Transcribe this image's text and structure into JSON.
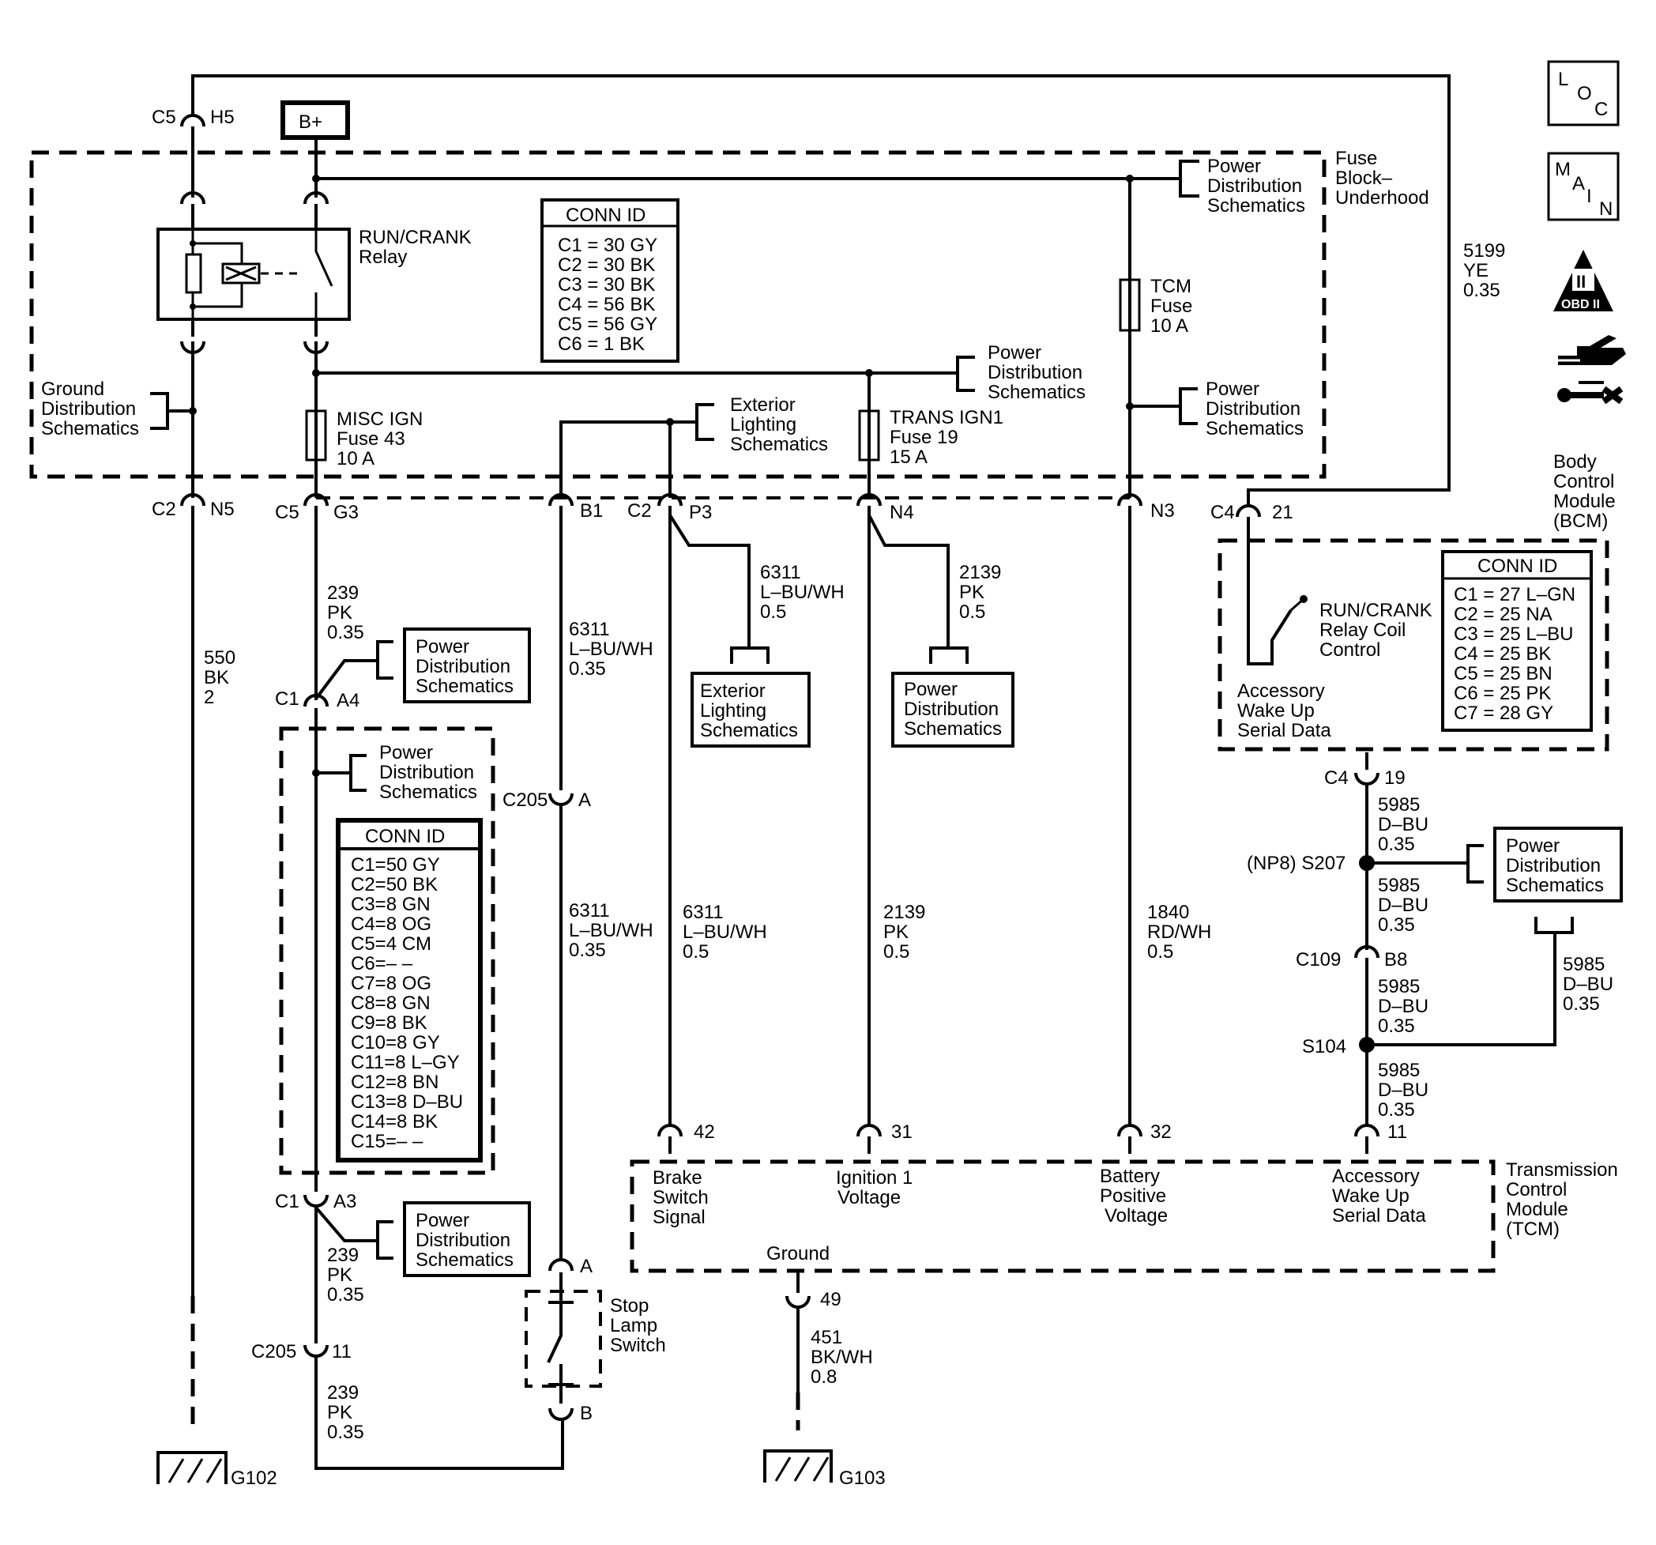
{
  "nav_icons": {
    "loc": {
      "l": "L",
      "o": "O",
      "c": "C"
    },
    "main": {
      "m": "M",
      "a": "A",
      "i": "I",
      "n": "N"
    },
    "obd": {
      "roman": "II",
      "label": "OBD II"
    },
    "service_icon": "hand-wrench-icon"
  },
  "power": {
    "bplus": "B+"
  },
  "fuse_block": {
    "title": [
      "Fuse",
      "Block–",
      "Underhood"
    ],
    "relay": [
      "RUN/CRANK",
      "Relay"
    ],
    "misc_fuse": [
      "MISC IGN",
      "Fuse 43",
      "10 A"
    ],
    "trans_fuse": [
      "TRANS IGN1",
      "Fuse 19",
      "15 A"
    ],
    "tcm_fuse": [
      "TCM",
      "Fuse",
      "10 A"
    ],
    "ground_ref": [
      "Ground",
      "Distribution",
      "Schematics"
    ],
    "pds_top": [
      "Power",
      "Distribution",
      "Schematics"
    ],
    "pds_mid": [
      "Power",
      "Distribution",
      "Schematics"
    ],
    "pds_right": [
      "Power",
      "Distribution",
      "Schematics"
    ],
    "ext_lighting": [
      "Exterior",
      "Lighting",
      "Schematics"
    ],
    "conn_id_title": "CONN ID",
    "conn_id": [
      "C1 = 30 GY",
      "C2 = 30 BK",
      "C3 = 30 BK",
      "C4 = 56 BK",
      "C5 = 56 GY",
      "C6 =  1 BK"
    ]
  },
  "connectors": {
    "c5_h5": [
      "C5",
      "H5"
    ],
    "c2_n5": [
      "C2",
      "N5"
    ],
    "c5_g3": [
      "C5",
      "G3"
    ],
    "b1": "B1",
    "c2_p3": [
      "C2",
      "P3"
    ],
    "n4": "N4",
    "n3": "N3",
    "c4_21": [
      "C4",
      "21"
    ],
    "c1_a4": [
      "C1",
      "A4"
    ],
    "c205_a": [
      "C205",
      "A"
    ],
    "c1_a3": [
      "C1",
      "A3"
    ],
    "c205_11": [
      "C205",
      "11"
    ],
    "stop_a": "A",
    "stop_b": "B",
    "c4_19": [
      "C4",
      "19"
    ],
    "s207": "(NP8) S207",
    "c109_b8": [
      "C109",
      "B8"
    ],
    "s104": "S104",
    "tcm_42": "42",
    "tcm_31": "31",
    "tcm_32": "32",
    "tcm_11": "11",
    "tcm_49": "49"
  },
  "wires": {
    "w550": [
      "550",
      "BK",
      "2"
    ],
    "w239a": [
      "239",
      "PK",
      "0.35"
    ],
    "w239b": [
      "239",
      "PK",
      "0.35"
    ],
    "w239c": [
      "239",
      "PK",
      "0.35"
    ],
    "w6311a": [
      "6311",
      "L–BU/WH",
      "0.35"
    ],
    "w6311b": [
      "6311",
      "L–BU/WH",
      "0.35"
    ],
    "w6311c": [
      "6311",
      "L–BU/WH",
      "0.5"
    ],
    "w6311d": [
      "6311",
      "L–BU/WH",
      "0.5"
    ],
    "w2139a": [
      "2139",
      "PK",
      "0.5"
    ],
    "w2139b": [
      "2139",
      "PK",
      "0.5"
    ],
    "w1840": [
      "1840",
      "RD/WH",
      "0.5"
    ],
    "w5199": [
      "5199",
      "YE",
      "0.35"
    ],
    "w5985a": [
      "5985",
      "D–BU",
      "0.35"
    ],
    "w5985b": [
      "5985",
      "D–BU",
      "0.35"
    ],
    "w5985c": [
      "5985",
      "D–BU",
      "0.35"
    ],
    "w5985d": [
      "5985",
      "D–BU",
      "0.35"
    ],
    "w5985e": [
      "5985",
      "D–BU",
      "0.35"
    ],
    "w451": [
      "451",
      "BK/WH",
      "0.8"
    ]
  },
  "refs": {
    "pds_c1a4": [
      "Power",
      "Distribution",
      "Schematics"
    ],
    "pds_inline": [
      "Power",
      "Distribution",
      "Schematics"
    ],
    "pds_c1a3": [
      "Power",
      "Distribution",
      "Schematics"
    ],
    "ext_lighting_box": [
      "Exterior",
      "Lighting",
      "Schematics"
    ],
    "pds_box": [
      "Power",
      "Distribution",
      "Schematics"
    ],
    "pds_s207": [
      "Power",
      "Distribution",
      "Schematics"
    ]
  },
  "inline_conn": {
    "title": "CONN ID",
    "rows": [
      "C1=50 GY",
      "C2=50 BK",
      "C3=8 GN",
      "C4=8 OG",
      "C5=4 CM",
      "C6=– –",
      "C7=8 OG",
      "C8=8 GN",
      "C9=8 BK",
      "C10=8 GY",
      "C11=8 L–GY",
      "C12=8 BN",
      "C13=8 D–BU",
      "C14=8 BK",
      "C15=– –"
    ]
  },
  "bcm": {
    "title": [
      "Body",
      "Control",
      "Module",
      "(BCM)"
    ],
    "relay_ctrl": [
      "RUN/CRANK",
      "Relay Coil",
      "Control"
    ],
    "wake": [
      "Accessory",
      "Wake Up",
      "Serial Data"
    ],
    "conn_title": "CONN ID",
    "conn": [
      "C1 = 27 L–GN",
      "C2 = 25 NA",
      "C3 = 25 L–BU",
      "C4 = 25 BK",
      "C5 = 25 BN",
      "C6 = 25 PK",
      "C7 = 28 GY"
    ]
  },
  "tcm": {
    "title": [
      "Transmission",
      "Control",
      "Module",
      "(TCM)"
    ],
    "brake": [
      "Brake",
      "Switch",
      "Signal"
    ],
    "ign": [
      "Ignition 1",
      "Voltage"
    ],
    "batt": [
      "Battery",
      "Positive",
      "Voltage"
    ],
    "wake": [
      "Accessory",
      "Wake Up",
      "Serial Data"
    ],
    "ground": "Ground"
  },
  "stop_lamp": [
    "Stop",
    "Lamp",
    "Switch"
  ],
  "grounds": {
    "g102": "G102",
    "g103": "G103"
  }
}
